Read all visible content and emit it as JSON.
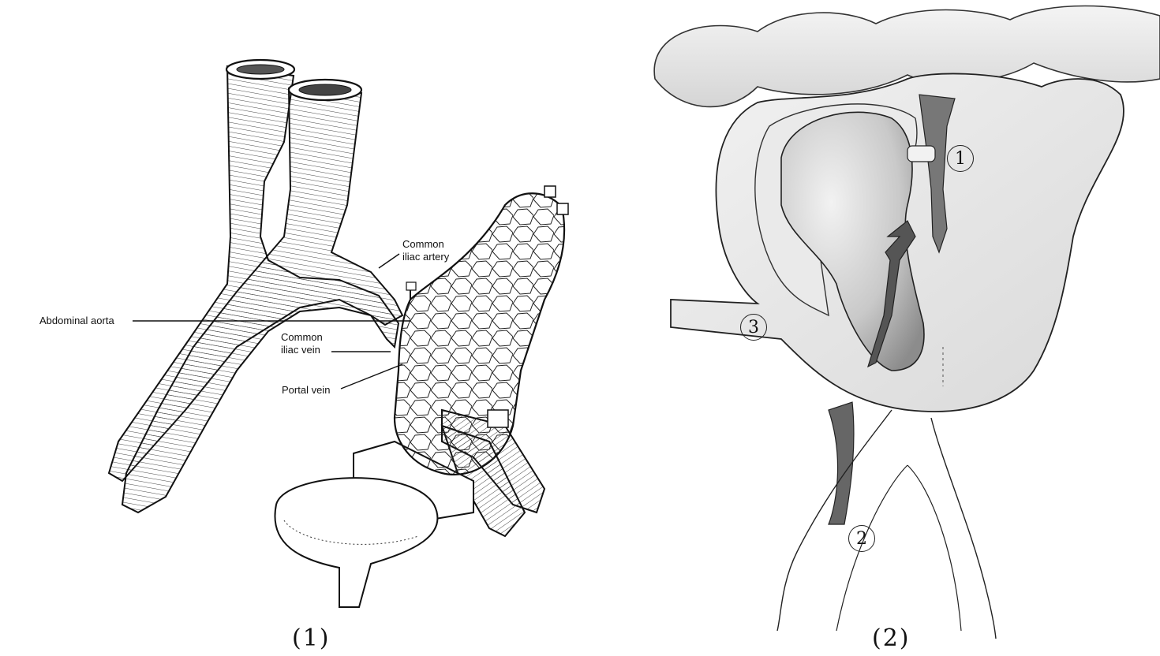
{
  "panels": [
    {
      "id": "panel-1",
      "caption": "(1)",
      "labels": {
        "common_iliac_artery": "Common\niliac artery",
        "abdominal_aorta": "Abdominal aorta",
        "common_iliac_vein": "Common\niliac vein",
        "portal_vein": "Portal vein"
      }
    },
    {
      "id": "panel-2",
      "caption": "(2)",
      "markers": [
        "1",
        "2",
        "3"
      ]
    }
  ]
}
